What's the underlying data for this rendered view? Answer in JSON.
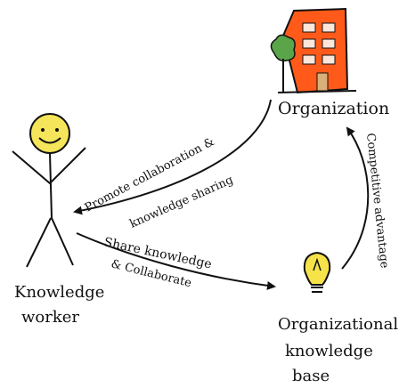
{
  "nodes": {
    "organization": "Organization",
    "worker_line1": "Knowledge",
    "worker_line2": "worker",
    "kb_line1": "Organizational",
    "kb_line2": "knowledge",
    "kb_line3": "base"
  },
  "edges": {
    "org_to_worker": {
      "line1": "Promote collaboration &",
      "line2": "knowledge sharing"
    },
    "worker_to_kb": {
      "line1": "Share knowledge",
      "line2": "& Collaborate"
    },
    "kb_to_org": {
      "line1": "Competitive advantage"
    }
  },
  "colors": {
    "building": "#ff5a1a",
    "window": "#fde6da",
    "tree": "#5aa44a",
    "bulb": "#f6e34a",
    "face": "#f4e55a",
    "ink": "#111111"
  }
}
